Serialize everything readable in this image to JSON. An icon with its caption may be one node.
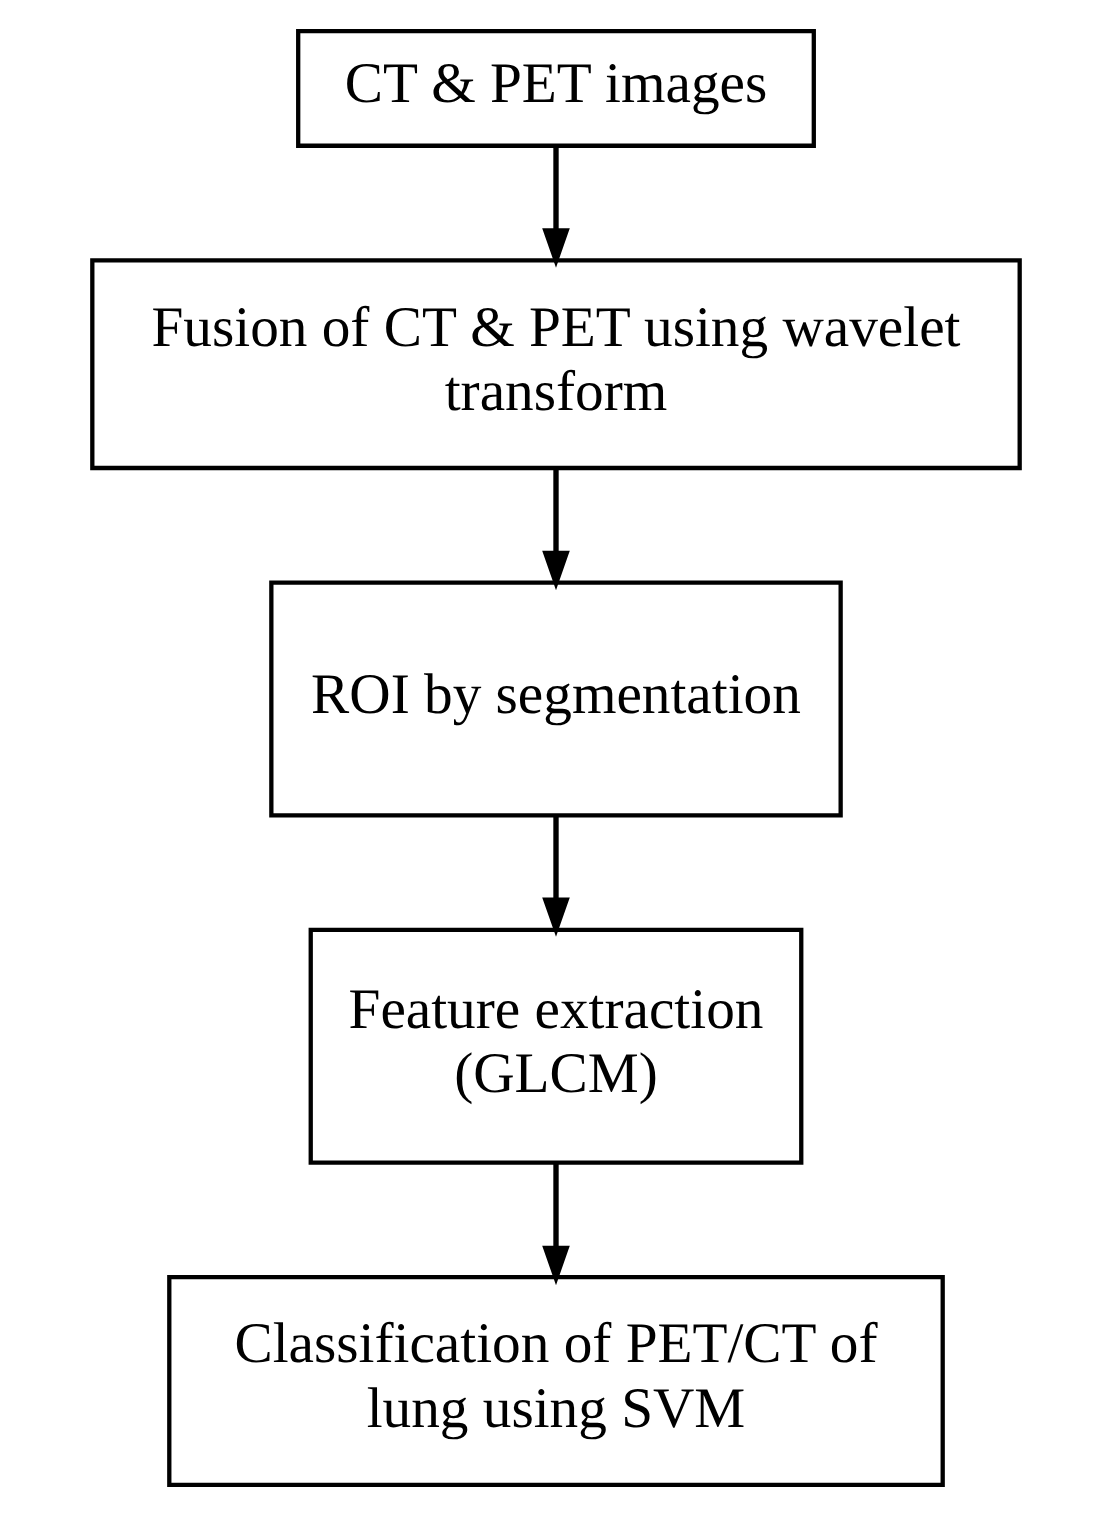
{
  "diagram": {
    "nodes": [
      {
        "text": [
          "CT & PET images"
        ]
      },
      {
        "text": [
          "Fusion of CT & PET using wavelet transform"
        ]
      },
      {
        "text": [
          "ROI by segmentation"
        ]
      },
      {
        "text": [
          "Feature extraction (GLCM)"
        ]
      },
      {
        "text": [
          "Classification of PET/CT of lung using SVM"
        ]
      }
    ],
    "edges": [
      {
        "from": 0,
        "to": 1,
        "arrow": "to"
      },
      {
        "from": 1,
        "to": 2,
        "arrow": "to"
      },
      {
        "from": 2,
        "to": 3,
        "arrow": "to"
      },
      {
        "from": 3,
        "to": 4,
        "arrow": "to"
      }
    ]
  }
}
